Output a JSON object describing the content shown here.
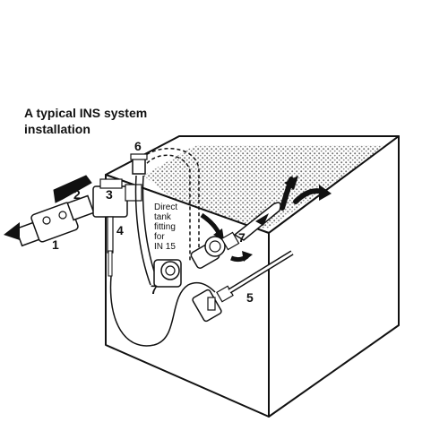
{
  "title": {
    "line1": "A typical INS system",
    "line2": "installation"
  },
  "callouts": {
    "c1": "1",
    "c2": "2",
    "c3": "3",
    "c4": "4",
    "c5": "5",
    "c6": "6",
    "c7a": "7",
    "c7b": "7"
  },
  "note": {
    "line1": "Direct",
    "line2": "tank",
    "line3": "fitting",
    "line4": "for",
    "line5": "IN 15"
  },
  "colors": {
    "ink": "#111111",
    "water": "#7a7a7a",
    "background": "#ffffff"
  }
}
